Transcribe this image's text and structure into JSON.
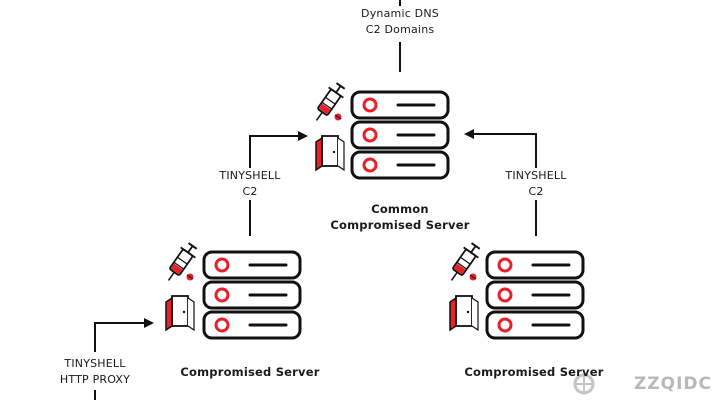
{
  "top_label": {
    "line1": "Dynamic DNS",
    "line2": "C2 Domains"
  },
  "left_link": {
    "line1": "TINYSHELL",
    "line2": "C2"
  },
  "right_link": {
    "line1": "TINYSHELL",
    "line2": "C2"
  },
  "center_server": {
    "line1": "Common",
    "line2": "Compromised Server"
  },
  "left_server": {
    "label": "Compromised Server"
  },
  "right_server": {
    "label": "Compromised Server"
  },
  "proxy_link": {
    "line1": "TINYSHELL",
    "line2": "HTTP PROXY"
  },
  "watermark": "ZZQIDC",
  "colors": {
    "accent": "#e8202a",
    "stroke": "#111111"
  }
}
